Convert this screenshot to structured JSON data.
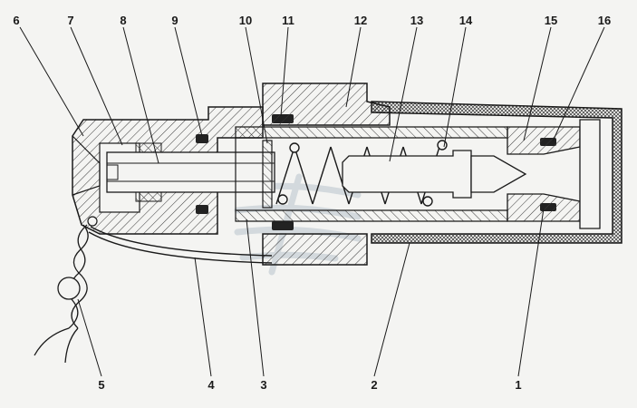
{
  "diagram": {
    "callouts_top": [
      {
        "id": "c6",
        "text": "6"
      },
      {
        "id": "c7",
        "text": "7"
      },
      {
        "id": "c8",
        "text": "8"
      },
      {
        "id": "c9",
        "text": "9"
      },
      {
        "id": "c10",
        "text": "10"
      },
      {
        "id": "c11",
        "text": "11"
      },
      {
        "id": "c12",
        "text": "12"
      },
      {
        "id": "c13",
        "text": "13"
      },
      {
        "id": "c14",
        "text": "14"
      },
      {
        "id": "c15",
        "text": "15"
      },
      {
        "id": "c16",
        "text": "16"
      }
    ],
    "callouts_bottom": [
      {
        "id": "c5",
        "text": "5"
      },
      {
        "id": "c4",
        "text": "4"
      },
      {
        "id": "c3",
        "text": "3"
      },
      {
        "id": "c2",
        "text": "2"
      },
      {
        "id": "c1",
        "text": "1"
      }
    ],
    "colors": {
      "line": "#1a1a1a",
      "hatch": "#3a3a3a",
      "seal": "#222222",
      "background": "#f4f4f2",
      "watermark": "#c9d1d6"
    }
  }
}
